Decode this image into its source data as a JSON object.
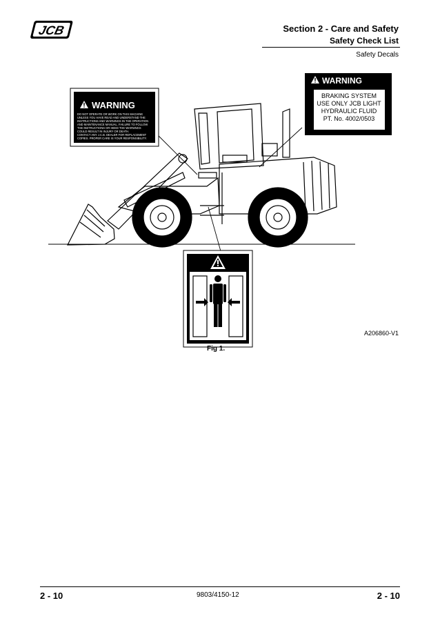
{
  "header": {
    "logo_text": "JCB",
    "section_title": "Section 2 - Care and Safety",
    "subsection_title": "Safety Check List",
    "topic": "Safety Decals"
  },
  "figure": {
    "decal_left": {
      "heading": "WARNING",
      "lines": [
        "DO NOT OPERATE OR WORK ON THIS MACHINE",
        "UNLESS YOU HAVE READ AND UNDERSTAND THE",
        "INSTRUCTIONS AND WARNINGS IN THE OPERATION",
        "AND MAINTENANCE MANUAL. FAILURE TO FOLLOW",
        "THE INSTRUCTIONS OR HEED THE WARNINGS",
        "COULD RESULT IN INJURY OR DEATH.",
        "CONTACT ANY J.C.B. DEALER FOR REPLACEMENT",
        "COPIES. PROPER CARE IS YOUR RESPONSIBILITY."
      ]
    },
    "decal_right": {
      "heading": "WARNING",
      "lines": [
        "BRAKING SYSTEM",
        "USE ONLY JCB LIGHT",
        "HYDRAULIC FLUID",
        "PT. No. 4002/0503"
      ]
    },
    "reference": "A206860-V1",
    "caption": "Fig 1."
  },
  "footer": {
    "page_left": "2 - 10",
    "doc_number": "9803/4150-12",
    "page_right": "2 - 10"
  }
}
